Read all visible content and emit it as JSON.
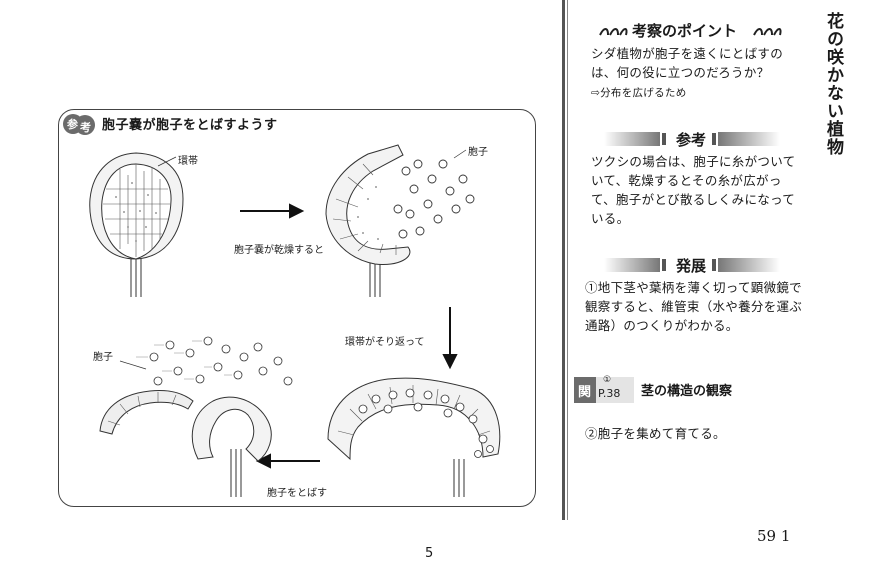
{
  "figure": {
    "badge": "参考",
    "title": "胞子嚢が胞子をとばすようす",
    "label_annulus": "環帯",
    "label_spore_top": "胞子",
    "label_dry": "胞子嚢が乾燥すると",
    "label_curl": "環帯がそり返って",
    "label_spore_left": "胞子",
    "label_release": "胞子をとばす"
  },
  "sidebar": {
    "vertical_title": "花の咲かない植物",
    "point": {
      "title": "考察のポイント",
      "question": "シダ植物が胞子を遠くにとばすのは、何の役に立つのだろうか？",
      "answer": "⇨分布を広げるため"
    },
    "reference": {
      "title": "参考",
      "text": "ツクシの場合は、胞子に糸がついていて、乾燥するとその糸が広がって、胞子がとび散るしくみになっている。"
    },
    "development": {
      "title": "発展",
      "item1": "①地下茎や葉柄を薄く切って顕微鏡で観察すると、維管束（水や養分を運ぶ通路）のつくりがわかる。",
      "link_badge": "関",
      "link_sup": "①",
      "link_page": "P.38",
      "link_title": "茎の構造の観察",
      "item2": "②胞子を集めて育てる。"
    }
  },
  "footer": {
    "page_number": "59 1",
    "scan_number": "5"
  },
  "colors": {
    "ink": "#1a1a1a",
    "badge_gray": "#6b6b6b",
    "bar_gray": "#9a9a9a"
  }
}
